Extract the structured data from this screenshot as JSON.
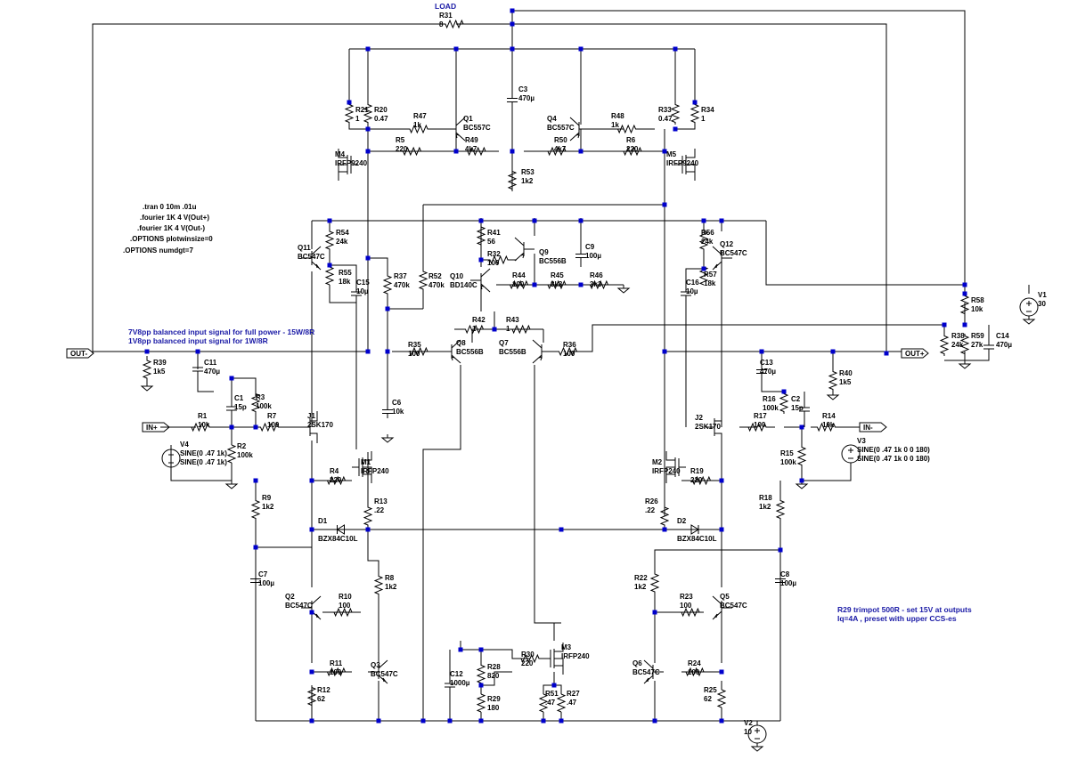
{
  "directives": [
    ".tran 0 10m .01u",
    ".fourier 1K 4 V(Out+)",
    ".fourier 1K 4 V(Out-)",
    ".OPTIONS plotwinsize=0",
    ".OPTIONS numdgt=7"
  ],
  "notes": {
    "input_line_1": "7V8pp balanced input signal for full power - 15W/8R",
    "input_line_2": "1V8pp balanced input signal for 1W/8R",
    "trimpot_line_1": "R29 trimpot 500R - set 15V at outputs",
    "trimpot_line_2": "Iq=4A , preset with upper CCS-es",
    "load": "LOAD"
  },
  "net_labels": {
    "out_minus": "OUT-",
    "out_plus": "OUT+",
    "in_plus": "IN+",
    "in_minus": "IN-"
  },
  "components": {
    "R31": {
      "name": "R31",
      "value": "8"
    },
    "R21": {
      "name": "R21",
      "value": "1"
    },
    "R20": {
      "name": "R20",
      "value": "0.47"
    },
    "R47": {
      "name": "R47",
      "value": "1k"
    },
    "Q1": {
      "name": "Q1",
      "value": "BC557C"
    },
    "C3": {
      "name": "C3",
      "value": "470µ"
    },
    "Q4": {
      "name": "Q4",
      "value": "BC557C"
    },
    "R48": {
      "name": "R48",
      "value": "1k"
    },
    "R33": {
      "name": "R33",
      "value": "0.47"
    },
    "R34": {
      "name": "R34",
      "value": "1"
    },
    "M4": {
      "name": "M4",
      "value": "IRFP9240"
    },
    "R5": {
      "name": "R5",
      "value": "220"
    },
    "R49": {
      "name": "R49",
      "value": "4k7"
    },
    "R50": {
      "name": "R50",
      "value": "4k7"
    },
    "R6": {
      "name": "R6",
      "value": "220"
    },
    "M5": {
      "name": "M5",
      "value": "IRFP9240"
    },
    "R53": {
      "name": "R53",
      "value": "1k2"
    },
    "Q11": {
      "name": "Q11",
      "value": "BC547C"
    },
    "R54": {
      "name": "R54",
      "value": "24k"
    },
    "R55": {
      "name": "R55",
      "value": "18k"
    },
    "C15": {
      "name": "C15",
      "value": "10µ"
    },
    "R37": {
      "name": "R37",
      "value": "470k"
    },
    "R52": {
      "name": "R52",
      "value": "470k"
    },
    "R41": {
      "name": "R41",
      "value": "56"
    },
    "R32": {
      "name": "R32",
      "value": "100"
    },
    "Q10": {
      "name": "Q10",
      "value": "BD140C"
    },
    "Q9": {
      "name": "Q9",
      "value": "BC556B"
    },
    "C9": {
      "name": "C9",
      "value": "100µ"
    },
    "R44": {
      "name": "R44",
      "value": "100"
    },
    "R45": {
      "name": "R45",
      "value": "3k3"
    },
    "R46": {
      "name": "R46",
      "value": "3k3"
    },
    "R56": {
      "name": "R56",
      "value": "24k"
    },
    "Q12": {
      "name": "Q12",
      "value": "BC547C"
    },
    "R57": {
      "name": "R57",
      "value": "18k"
    },
    "C16": {
      "name": "C16",
      "value": "10µ"
    },
    "R58": {
      "name": "R58",
      "value": "10k"
    },
    "V1": {
      "name": "V1",
      "value": "30"
    },
    "R38": {
      "name": "R38",
      "value": "24k"
    },
    "R59": {
      "name": "R59",
      "value": "27k"
    },
    "C14": {
      "name": "C14",
      "value": "470µ"
    },
    "R42": {
      "name": "R42",
      "value": "1"
    },
    "R43": {
      "name": "R43",
      "value": "1"
    },
    "Q8": {
      "name": "Q8",
      "value": "BC556B"
    },
    "Q7": {
      "name": "Q7",
      "value": "BC556B"
    },
    "R35": {
      "name": "R35",
      "value": "100"
    },
    "R36": {
      "name": "R36",
      "value": "100"
    },
    "R39": {
      "name": "R39",
      "value": "1k5"
    },
    "C11": {
      "name": "C11",
      "value": "470µ"
    },
    "C6": {
      "name": "C6",
      "value": "10k"
    },
    "C13": {
      "name": "C13",
      "value": "470µ"
    },
    "R40": {
      "name": "R40",
      "value": "1k5"
    },
    "C1": {
      "name": "C1",
      "value": "15p"
    },
    "R3": {
      "name": "R3",
      "value": "100k"
    },
    "R7": {
      "name": "R7",
      "value": "100"
    },
    "R1": {
      "name": "R1",
      "value": "10k"
    },
    "J1": {
      "name": "J1",
      "value": "2SK170"
    },
    "V4": {
      "name": "V4",
      "value": "SINE(0 .47 1k)"
    },
    "R2": {
      "name": "R2",
      "value": "100k"
    },
    "R16": {
      "name": "R16",
      "value": "100k"
    },
    "C2": {
      "name": "C2",
      "value": "15p"
    },
    "R17": {
      "name": "R17",
      "value": "100"
    },
    "R14": {
      "name": "R14",
      "value": "10k"
    },
    "J2": {
      "name": "J2",
      "value": "2SK170"
    },
    "V3": {
      "name": "V3",
      "value": "SINE(0 .47 1k 0 0 180)"
    },
    "R15": {
      "name": "R15",
      "value": "100k"
    },
    "M1": {
      "name": "M1",
      "value": "IRFP240"
    },
    "R4": {
      "name": "R4",
      "value": "220"
    },
    "R13": {
      "name": "R13",
      "value": ".22"
    },
    "M2": {
      "name": "M2",
      "value": "IRFP240"
    },
    "R19": {
      "name": "R19",
      "value": "220"
    },
    "R26": {
      "name": "R26",
      "value": ".22"
    },
    "R9": {
      "name": "R9",
      "value": "1k2"
    },
    "R18": {
      "name": "R18",
      "value": "1k2"
    },
    "D1": {
      "name": "D1",
      "value": "BZX84C10L"
    },
    "D2": {
      "name": "D2",
      "value": "BZX84C10L"
    },
    "C7": {
      "name": "C7",
      "value": "100µ"
    },
    "C8": {
      "name": "C8",
      "value": "100µ"
    },
    "R8": {
      "name": "R8",
      "value": "1k2"
    },
    "R22": {
      "name": "R22",
      "value": "1k2"
    },
    "Q2": {
      "name": "Q2",
      "value": "BC547C"
    },
    "R10": {
      "name": "R10",
      "value": "100"
    },
    "R23": {
      "name": "R23",
      "value": "100"
    },
    "Q5": {
      "name": "Q5",
      "value": "BC547C"
    },
    "R11": {
      "name": "R11",
      "value": "100"
    },
    "Q3": {
      "name": "Q3",
      "value": "BC547C"
    },
    "Q6": {
      "name": "Q6",
      "value": "BC547C"
    },
    "R24": {
      "name": "R24",
      "value": "100"
    },
    "R12": {
      "name": "R12",
      "value": "62"
    },
    "R25": {
      "name": "R25",
      "value": "62"
    },
    "M3": {
      "name": "M3",
      "value": "IRFP240"
    },
    "R30": {
      "name": "R30",
      "value": "220"
    },
    "C12": {
      "name": "C12",
      "value": "1000µ"
    },
    "R28": {
      "name": "R28",
      "value": "820"
    },
    "R29": {
      "name": "R29",
      "value": "180"
    },
    "R51": {
      "name": "R51",
      "value": ".47"
    },
    "R27": {
      "name": "R27",
      "value": ".47"
    },
    "V2": {
      "name": "V2",
      "value": "10"
    }
  }
}
